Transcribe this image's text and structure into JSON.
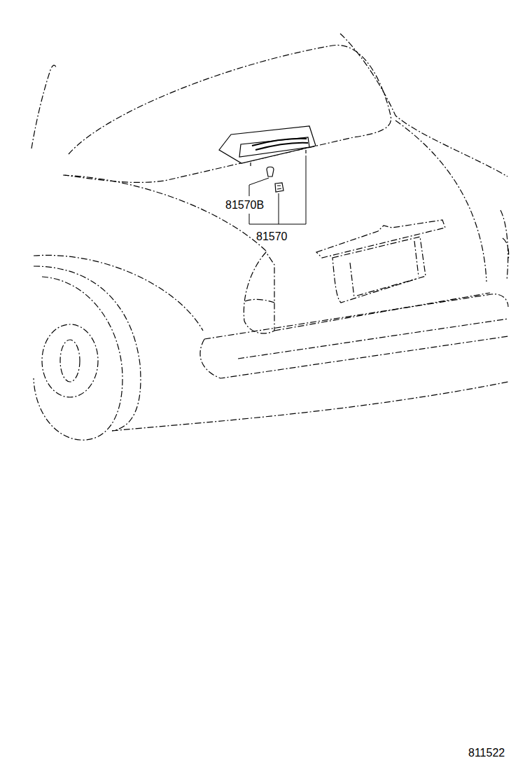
{
  "diagram": {
    "labels": [
      "81570B",
      "81570",
      "811522"
    ]
  }
}
